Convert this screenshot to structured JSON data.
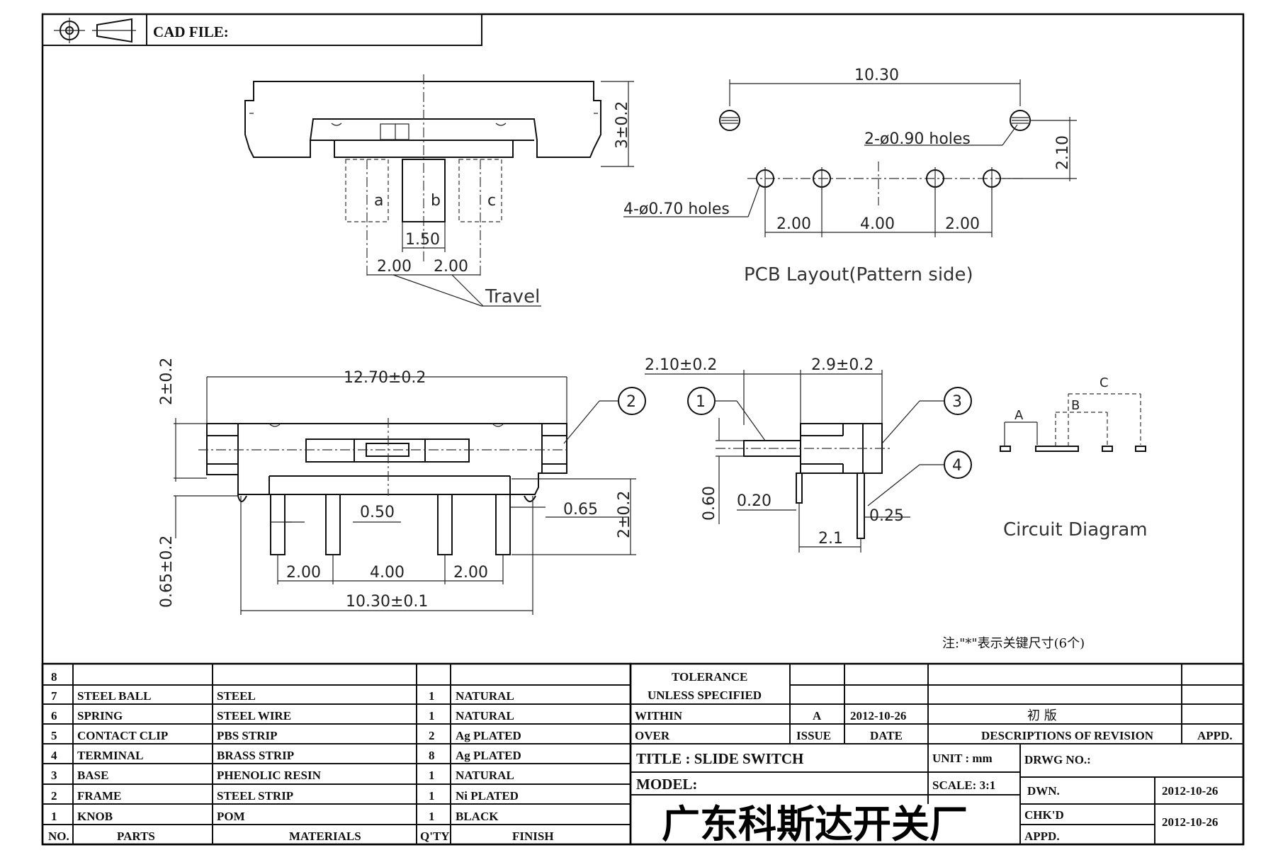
{
  "header": {
    "cad_file_label": "CAD FILE:"
  },
  "top_view": {
    "pin_labels": [
      "a",
      "b",
      "c"
    ],
    "dims": {
      "height": "3±0.2",
      "pin_gap": "1.50",
      "travel_left": "2.00",
      "travel_right": "2.00",
      "travel_label": "Travel"
    }
  },
  "pcb_layout": {
    "caption": "PCB Layout(Pattern side)",
    "dims": {
      "width": "10.30",
      "offset": "2.10",
      "big_holes": "2-ø0.90 holes",
      "small_holes": "4-ø0.70 holes",
      "p1": "2.00",
      "p2": "4.00",
      "p3": "2.00"
    }
  },
  "front_view": {
    "dims": {
      "width": "12.70±0.2",
      "thickness": "2±0.2",
      "pin_width": "0.50",
      "pin_extra": "0.65",
      "pin_height": "2±0.2",
      "left_height": "0.65±0.2",
      "p1": "2.00",
      "p2": "4.00",
      "p3": "2.00",
      "pitch_total": "10.30±0.1"
    },
    "balloons": [
      "2"
    ]
  },
  "side_view": {
    "dims": {
      "knob": "2.10±0.2",
      "body": "2.9±0.2",
      "knob_h": "0.60",
      "pin_t": "0.20",
      "pin_w": "0.25",
      "pin_pitch": "2.1"
    },
    "balloons": [
      "1",
      "3",
      "4"
    ]
  },
  "circuit": {
    "caption": "Circuit Diagram",
    "labels": [
      "A",
      "B",
      "C"
    ]
  },
  "note": "注:\"*\"表示关键尺寸(6个)",
  "bom": {
    "rows": [
      {
        "no": "8",
        "part": "",
        "material": "",
        "qty": "",
        "finish": ""
      },
      {
        "no": "7",
        "part": "STEEL BALL",
        "material": "STEEL",
        "qty": "1",
        "finish": "NATURAL"
      },
      {
        "no": "6",
        "part": "SPRING",
        "material": "STEEL WIRE",
        "qty": "1",
        "finish": "NATURAL"
      },
      {
        "no": "5",
        "part": "CONTACT CLIP",
        "material": "PBS STRIP",
        "qty": "2",
        "finish": "Ag PLATED"
      },
      {
        "no": "4",
        "part": "TERMINAL",
        "material": "BRASS STRIP",
        "qty": "8",
        "finish": "Ag PLATED"
      },
      {
        "no": "3",
        "part": "BASE",
        "material": "PHENOLIC RESIN",
        "qty": "1",
        "finish": "NATURAL"
      },
      {
        "no": "2",
        "part": "FRAME",
        "material": "STEEL STRIP",
        "qty": "1",
        "finish": "Ni PLATED"
      },
      {
        "no": "1",
        "part": "KNOB",
        "material": "POM",
        "qty": "1",
        "finish": "BLACK"
      }
    ],
    "headers": {
      "no": "NO.",
      "part": "PARTS",
      "material": "MATERIALS",
      "qty": "Q'TY",
      "finish": "FINISH"
    }
  },
  "title_block": {
    "tolerance1": "TOLERANCE",
    "tolerance2": "UNLESS  SPECIFIED",
    "within": "WITHIN",
    "over": "OVER",
    "rev_letter": "A",
    "rev_date": "2012-10-26",
    "rev_desc": "初  版",
    "issue": "ISSUE",
    "date": "DATE",
    "descriptions": "DESCRIPTIONS  OF  REVISION",
    "appd_hdr": "APPD.",
    "title": "TITLE :  SLIDE  SWITCH",
    "unit": "UNIT :   mm",
    "drwg_no": "DRWG  NO.:",
    "model": "MODEL:",
    "scale": "SCALE:  3:1",
    "dwn": "DWN.",
    "dwn_date": "2012-10-26",
    "chkd": "CHK'D",
    "chkd_date": "2012-10-26",
    "appd": "APPD.",
    "company": "广东科斯达开关厂"
  }
}
